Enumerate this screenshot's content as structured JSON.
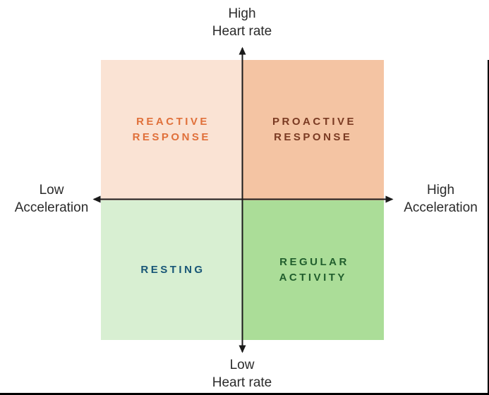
{
  "page": {
    "background": "#ffffff",
    "edge_border_color": "#000000"
  },
  "diagram": {
    "axes": {
      "line_color": "#1a1a1a",
      "label_color": "#2b2b2b",
      "y_axis_top_label": "High\nHeart rate",
      "y_axis_bottom_label": "Low\nHeart rate",
      "x_axis_left_label": "Low\nAcceleration",
      "x_axis_right_label": "High\nAcceleration"
    },
    "quadrants": {
      "top_left": {
        "label": "REACTIVE\nRESPONSE",
        "bg_color": "#fae3d4",
        "text_color": "#e0703a"
      },
      "top_right": {
        "label": "PROACTIVE\nRESPONSE",
        "bg_color": "#f4c4a3",
        "text_color": "#7a3a22"
      },
      "bottom_left": {
        "label": "RESTING",
        "bg_color": "#d8efd2",
        "text_color": "#175576"
      },
      "bottom_right": {
        "label": "REGULAR\nACTIVITY",
        "bg_color": "#abdd98",
        "text_color": "#215e2d"
      }
    }
  }
}
